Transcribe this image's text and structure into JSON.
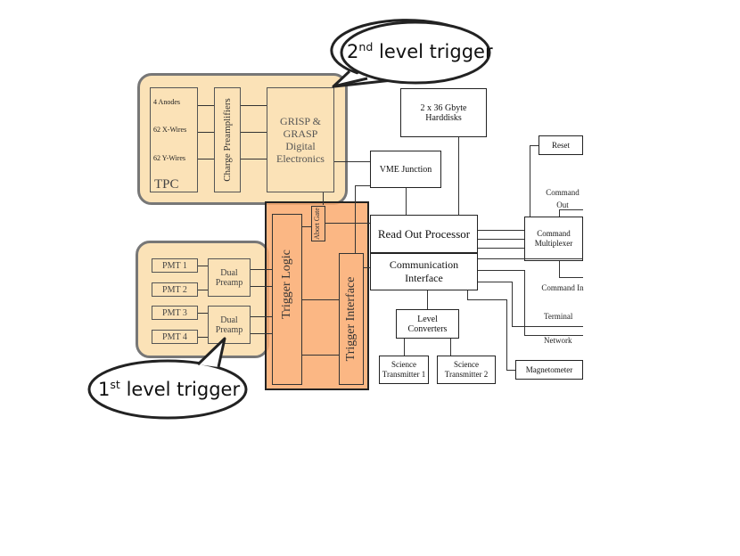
{
  "callouts": {
    "second_level": {
      "ordinal": "2",
      "suffix": "nd",
      "text": "level trigger"
    },
    "first_level": {
      "ordinal": "1",
      "suffix": "st",
      "text": "level trigger"
    }
  },
  "tpc": {
    "anodes": "4 Anodes",
    "x_wires": "62 X-Wires",
    "y_wires": "62 Y-Wires",
    "label": "TPC",
    "preamps": "Charge Preamplifiers",
    "grisp": "GRISP & GRASP Digital Electronics"
  },
  "pmt": {
    "pmt1": "PMT 1",
    "pmt2": "PMT 2",
    "pmt3": "PMT 3",
    "pmt4": "PMT 4",
    "dual_preamp_a": "Dual Preamp",
    "dual_preamp_b": "Dual Preamp"
  },
  "trigger": {
    "logic": "Trigger Logic",
    "interface": "Trigger Interface",
    "abort_gate": "Abort Gate"
  },
  "system": {
    "harddisks": "2 x 36 Gbyte Harddisks",
    "vme": "VME Junction",
    "readout": "Read Out Processor",
    "comm": "Communication Interface",
    "level_conv": "Level Converters",
    "sci1": "Science Transmitter 1",
    "sci2": "Science Transmitter 2",
    "reset": "Reset",
    "cmd_out": "Command Out",
    "cmd_mux": "Command Multiplexer",
    "cmd_in": "Command In",
    "terminal": "Terminal",
    "network": "Network",
    "magnetometer": "Magnetometer"
  }
}
